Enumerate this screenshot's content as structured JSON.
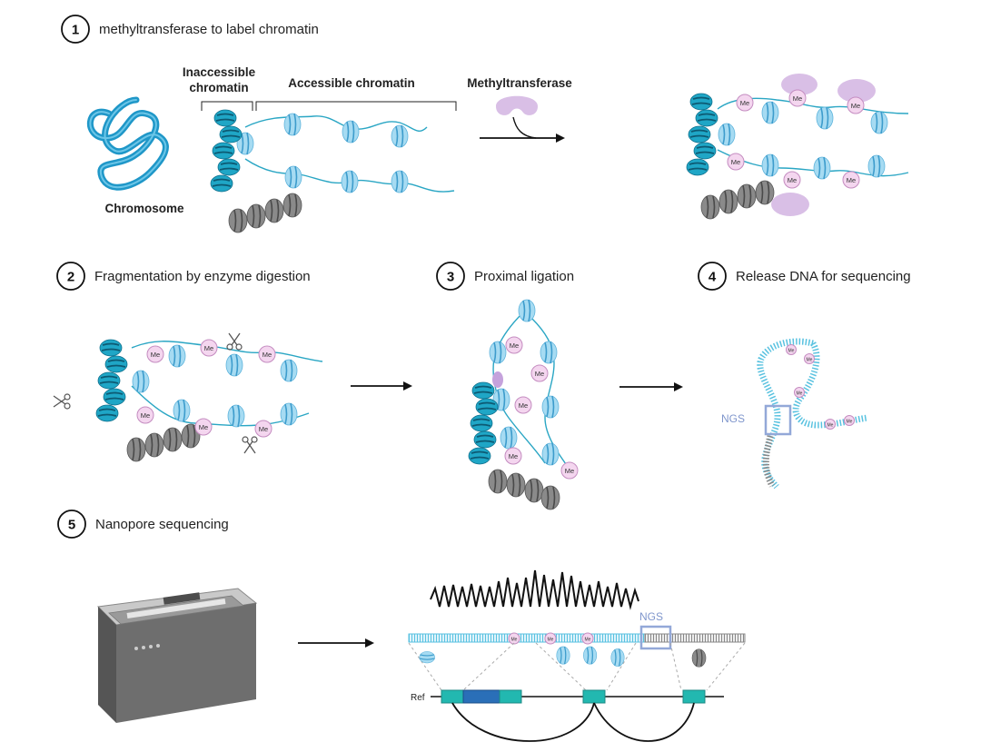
{
  "steps": [
    {
      "number": "1",
      "title": "methyltransferase to label chromatin"
    },
    {
      "number": "2",
      "title": "Fragmentation by enzyme digestion"
    },
    {
      "number": "3",
      "title": "Proximal ligation"
    },
    {
      "number": "4",
      "title": "Release DNA for sequencing"
    },
    {
      "number": "5",
      "title": "Nanopore sequencing"
    }
  ],
  "labels": {
    "inaccessible_line1": "Inaccessible",
    "inaccessible_line2": "chromatin",
    "accessible": "Accessible chromatin",
    "methyltransferase": "Methyltransferase",
    "chromosome": "Chromosome",
    "me": "Me",
    "ngs": "NGS",
    "ref": "Ref"
  },
  "colors": {
    "teal_dark": "#1f97b8",
    "nucleosome_light": "#a6dbf2",
    "nucleosome_stripe": "#3d9ccc",
    "methyl_fill": "#f4d6ef",
    "methyl_stroke": "#c48cc0",
    "enzyme": "#d9bfe6",
    "gray": "#7a7a7a",
    "ngs_box": "#93a8d8",
    "exon": "#22b8b0",
    "exon_dark": "#2a6fb8"
  },
  "icons": [
    "chromosome-icon",
    "nucleosome-icon",
    "methyl-mark-icon",
    "scissors-icon",
    "arrow-icon",
    "sequencer-icon",
    "signal-trace-icon"
  ]
}
